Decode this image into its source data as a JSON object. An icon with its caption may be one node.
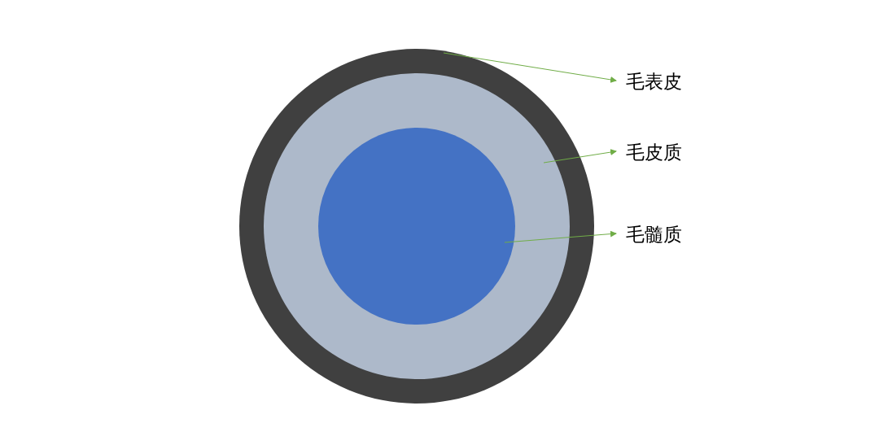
{
  "diagram": {
    "nodes": [
      {
        "text": [],
        "shape": "circle"
      },
      {
        "text": [],
        "shape": "circle",
        "in": 0
      },
      {
        "text": [],
        "shape": "circle",
        "in": 1
      },
      {
        "text": [
          "毛表皮"
        ]
      },
      {
        "text": [
          "毛皮质"
        ]
      },
      {
        "text": [
          "毛髓质"
        ]
      }
    ],
    "edges": [
      {
        "from": 0,
        "to": 3,
        "arrow": "to"
      },
      {
        "from": 1,
        "to": 4,
        "arrow": "to"
      },
      {
        "from": 2,
        "to": 5,
        "arrow": "to"
      }
    ]
  }
}
